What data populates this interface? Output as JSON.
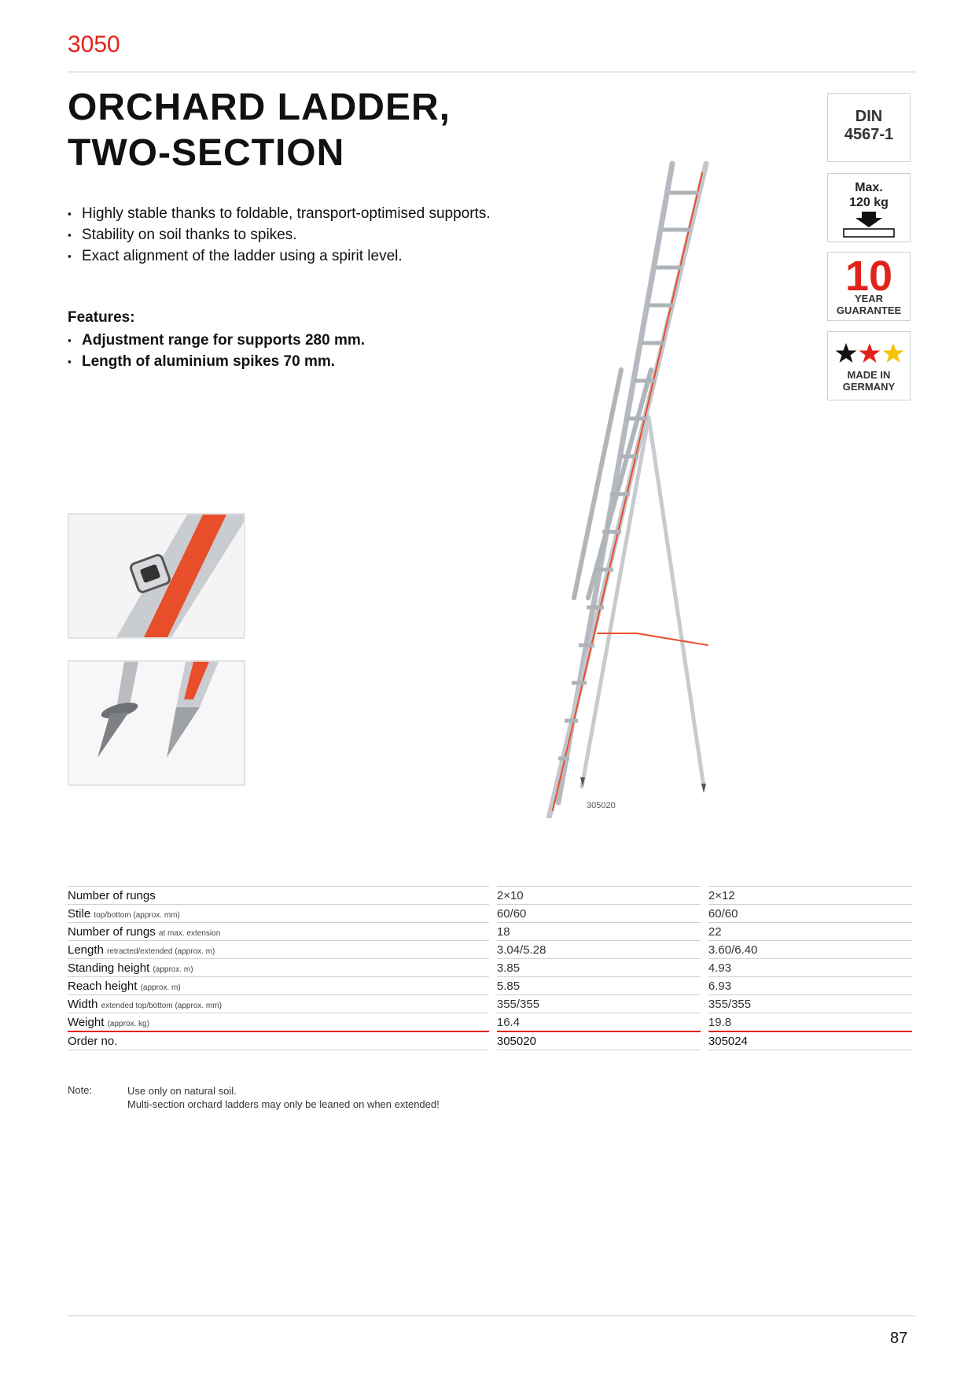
{
  "header": {
    "model_number": "3050",
    "title_line1": "ORCHARD LADDER,",
    "title_line2": "TWO-SECTION"
  },
  "bullets": [
    "Highly stable thanks to foldable, transport-optimised supports.",
    "Stability on soil thanks to spikes.",
    "Exact alignment of the ladder using a spirit level."
  ],
  "features": {
    "heading": "Features:",
    "items": [
      "Adjustment range for supports 280 mm.",
      "Length of aluminium spikes 70 mm."
    ]
  },
  "badges": {
    "din": {
      "line1": "DIN",
      "line2": "4567-1"
    },
    "load": {
      "line1": "Max.",
      "line2": "120 kg"
    },
    "guarantee": {
      "number": "10",
      "line1": "YEAR",
      "line2": "GUARANTEE"
    },
    "germany": {
      "line1": "MADE IN",
      "line2": "GERMANY"
    }
  },
  "product_image": {
    "code": "305020"
  },
  "colors": {
    "accent": "#e2231a",
    "rule": "#c8c8c8"
  },
  "specs": {
    "rows": [
      {
        "label": "Number of rungs",
        "sub": "",
        "v1": "2×10",
        "v2": "2×12"
      },
      {
        "label": "Stile",
        "sub": "top/bottom (approx. mm)",
        "v1": "60/60",
        "v2": "60/60"
      },
      {
        "label": "Number of rungs",
        "sub": "at max. extension",
        "v1": "18",
        "v2": "22"
      },
      {
        "label": "Length",
        "sub": "retracted/extended (approx. m)",
        "v1": "3.04/5.28",
        "v2": "3.60/6.40"
      },
      {
        "label": "Standing height",
        "sub": "(approx. m)",
        "v1": "3.85",
        "v2": "4.93"
      },
      {
        "label": "Reach height",
        "sub": "(approx. m)",
        "v1": "5.85",
        "v2": "6.93"
      },
      {
        "label": "Width",
        "sub": "extended top/bottom (approx. mm)",
        "v1": "355/355",
        "v2": "355/355"
      },
      {
        "label": "Weight",
        "sub": "(approx. kg)",
        "v1": "16.4",
        "v2": "19.8"
      }
    ],
    "order": {
      "label": "Order no.",
      "v1": "305020",
      "v2": "305024"
    }
  },
  "note": {
    "label": "Note:",
    "line1": "Use only on natural soil.",
    "line2": "Multi-section orchard ladders may only be leaned on when extended!"
  },
  "page_number": "87"
}
